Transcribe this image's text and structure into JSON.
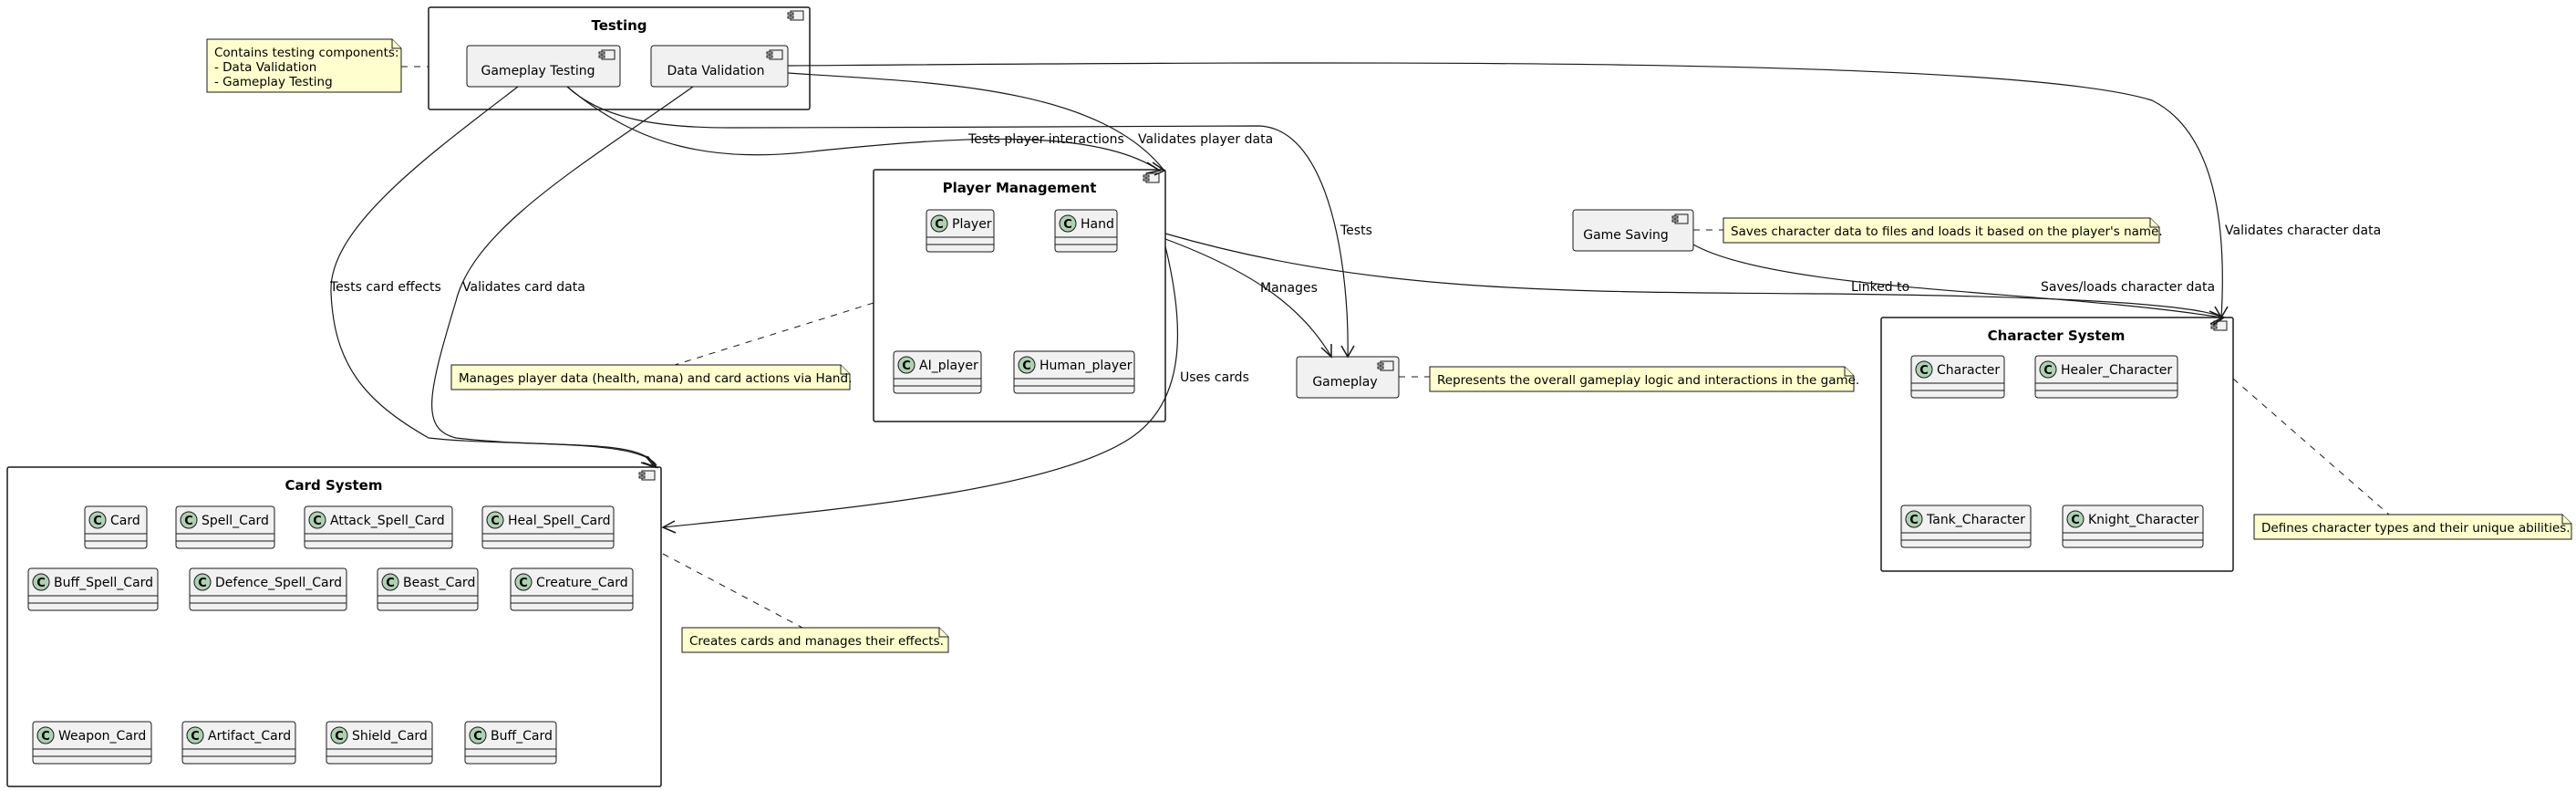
{
  "packages": {
    "testing": {
      "title": "Testing",
      "components": [
        "Gameplay Testing",
        "Data Validation"
      ]
    },
    "player_management": {
      "title": "Player Management",
      "classes": [
        "Player",
        "Hand",
        "AI_player",
        "Human_player"
      ]
    },
    "card_system": {
      "title": "Card System",
      "classes": [
        "Card",
        "Spell_Card",
        "Attack_Spell_Card",
        "Heal_Spell_Card",
        "Buff_Spell_Card",
        "Defence_Spell_Card",
        "Beast_Card",
        "Creature_Card",
        "Weapon_Card",
        "Artifact_Card",
        "Shield_Card",
        "Buff_Card"
      ]
    },
    "character_system": {
      "title": "Character System",
      "classes": [
        "Character",
        "Healer_Character",
        "Tank_Character",
        "Knight_Character"
      ]
    }
  },
  "components": {
    "gameplay": "Gameplay",
    "game_saving": "Game Saving"
  },
  "class_badge": "C",
  "notes": {
    "testing": [
      "Contains testing components:",
      "- Data Validation",
      "- Gameplay Testing"
    ],
    "player_management": "Manages player data (health, mana) and card actions via Hand.",
    "card_system": "Creates cards and manages their effects.",
    "gameplay": "Represents the overall gameplay logic and interactions in the game.",
    "game_saving": "Saves character data to files and loads it based on the player's name.",
    "character_system": "Defines character types and their unique abilities."
  },
  "edges": {
    "tests_card_effects": "Tests card effects",
    "tests_player_interactions": "Tests player interactions",
    "tests": "Tests",
    "validates_card_data": "Validates card data",
    "validates_player_data": "Validates player data",
    "validates_character_data": "Validates character data",
    "manages": "Manages",
    "linked_to": "Linked to",
    "uses_cards": "Uses cards",
    "saves_loads": "Saves/loads character data"
  }
}
